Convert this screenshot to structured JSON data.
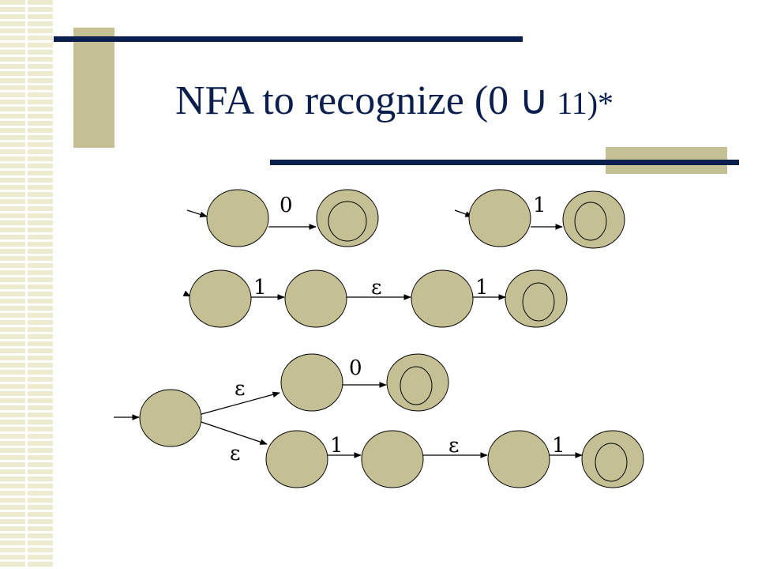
{
  "title": {
    "main": "NFA to recognize (0 ",
    "union_symbol": "∪",
    "tail": " 11)*"
  },
  "diagram": {
    "nfa_zero": {
      "label": "0"
    },
    "nfa_one": {
      "label": "1"
    },
    "nfa_concat": {
      "labels": [
        "1",
        "ε",
        "1"
      ]
    },
    "nfa_star": {
      "branch_labels": [
        "ε",
        "ε"
      ],
      "upper_label": "0",
      "lower_labels": [
        "1",
        "ε",
        "1"
      ]
    }
  },
  "colors": {
    "state_fill": "#c4c094",
    "accent_bar": "#0a1f4e"
  }
}
